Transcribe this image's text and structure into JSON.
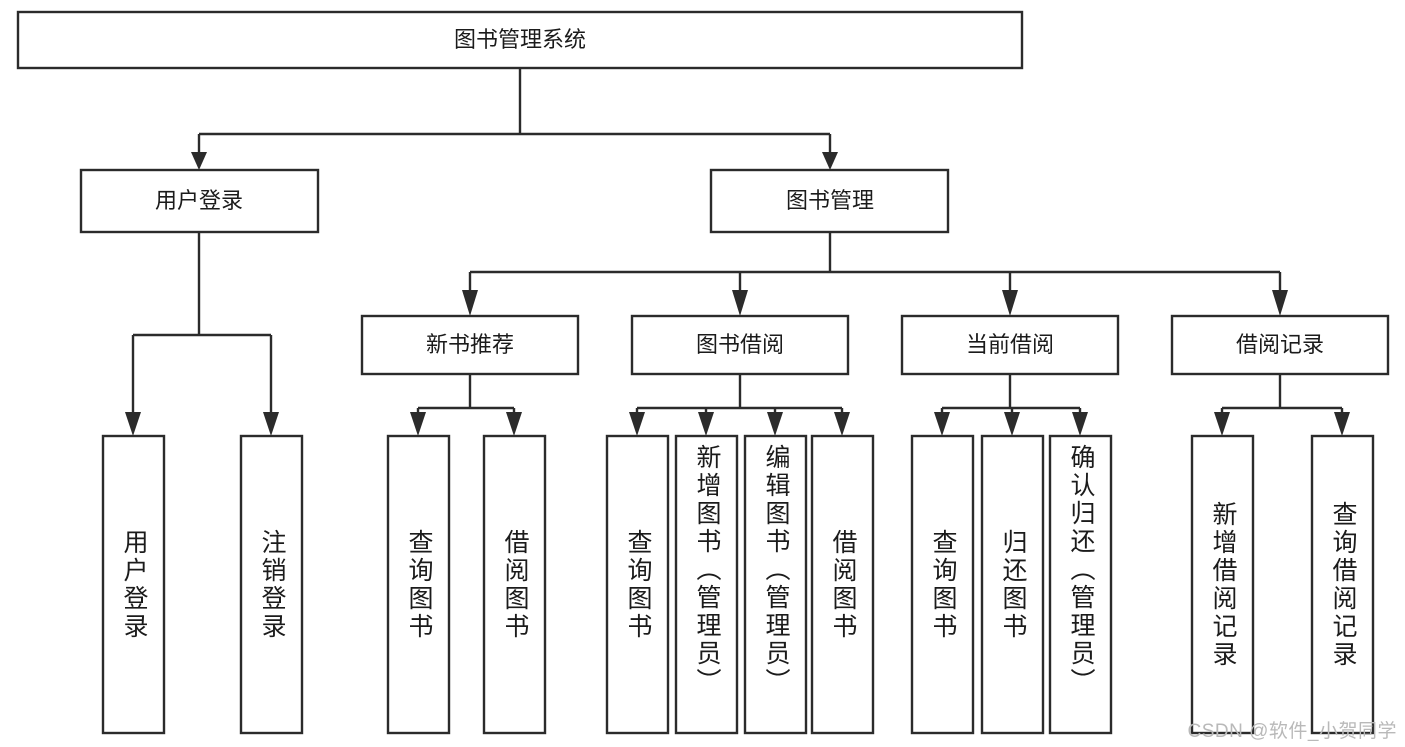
{
  "diagram": {
    "title": "图书管理系统",
    "type": "tree",
    "root": {
      "label": "图书管理系统",
      "children": [
        {
          "label": "用户登录",
          "children": [
            {
              "label": "用户登录"
            },
            {
              "label": "注销登录"
            }
          ]
        },
        {
          "label": "图书管理",
          "children": [
            {
              "label": "新书推荐",
              "children": [
                {
                  "label": "查询图书"
                },
                {
                  "label": "借阅图书"
                }
              ]
            },
            {
              "label": "图书借阅",
              "children": [
                {
                  "label": "查询图书"
                },
                {
                  "label": "新增图书（管理员）"
                },
                {
                  "label": "编辑图书（管理员）"
                },
                {
                  "label": "借阅图书"
                }
              ]
            },
            {
              "label": "当前借阅",
              "children": [
                {
                  "label": "查询图书"
                },
                {
                  "label": "归还图书"
                },
                {
                  "label": "确认归还（管理员）"
                }
              ]
            },
            {
              "label": "借阅记录",
              "children": [
                {
                  "label": "新增借阅记录"
                },
                {
                  "label": "查询借阅记录"
                }
              ]
            }
          ]
        }
      ]
    }
  },
  "nodes": {
    "root": "图书管理系统",
    "l1": {
      "user_login": "用户登录",
      "book_manage": "图书管理"
    },
    "l2": {
      "new_book_rec": "新书推荐",
      "book_borrow": "图书借阅",
      "current_borrow": "当前借阅",
      "borrow_record": "借阅记录"
    },
    "leaves": {
      "user_login_1": "用户登录",
      "user_login_2": "注销登录",
      "new_book_1": "查询图书",
      "new_book_2": "借阅图书",
      "borrow_1": "查询图书",
      "borrow_2": "新增图书（管理员）",
      "borrow_3": "编辑图书（管理员）",
      "borrow_4": "借阅图书",
      "current_1": "查询图书",
      "current_2": "归还图书",
      "current_3": "确认归还（管理员）",
      "record_1": "新增借阅记录",
      "record_2": "查询借阅记录"
    }
  },
  "watermark": {
    "text": "CSDN @软件_小贺同学"
  },
  "colors": {
    "stroke": "#2b2b2b",
    "fill": "#ffffff",
    "text": "#1b1b1b",
    "watermark": "#b9b9b9"
  }
}
